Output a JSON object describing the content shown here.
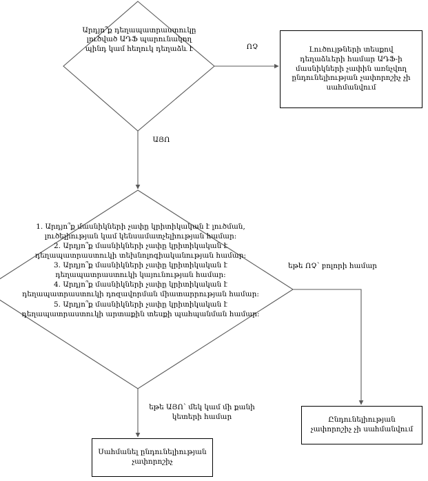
{
  "diagram": {
    "type": "flowchart",
    "language": "Armenian",
    "background_color": "#ffffff",
    "line_color": "#595959",
    "text_color": "#000000"
  },
  "nodes": {
    "decision_top": {
      "shape": "diamond",
      "text": "Արդյո՞ք դեղապատրաստուկը\nլուծված ԱԴՖ պարունակող\nպինդ կամ հեղուկ դեղաձև է"
    },
    "decision_list": {
      "shape": "diamond",
      "text": "1. Արդյո՞ք մասնիկների չափը կրիտիկական է լուծման,\nլուծելիության կամ կենսամատչելիության համար:\n2. Արդյո՞ք մասնիկների չափը կրիտիկական է\nդեղապատրաստուկի տեխնոլոգիականության համար:\n3. Արդյո՞ք մասնիկների չափը կրիտիկական է\nդեղապատրաստուկի կայունության համար:\n4. Արդյո՞ք մասնիկների չափը կրիտիկական է\nդեղապատրաստուկի դոզավորման միատարրության համար:\n5. Արդյո՞ք մասնիկների չափը կրիտիկական է\nդեղապատրաստուկի արտաքին տեսքի պահպանման համար:"
    },
    "box_top_right": {
      "shape": "rectangle",
      "text": "Լուծույթների տեսքով\nդեղաձևերի համար ԱԴՖ-ի\nմասնիկների չափին առնչվող\nընդունելիության չափորոշիչ չի\nսահմանվում"
    },
    "box_bottom_right": {
      "shape": "rectangle",
      "text": "Ընդունելիության\nչափորոշիչ չի սահմանվում"
    },
    "box_bottom_left": {
      "shape": "rectangle",
      "text": "Սահմանել ընդունելիության\nչափորոշիչ"
    }
  },
  "edges": {
    "top_no": {
      "label": "ՈՉ",
      "from": "decision_top",
      "to": "box_top_right"
    },
    "top_yes": {
      "label": "ԱՅՈ",
      "from": "decision_top",
      "to": "decision_list"
    },
    "list_no_all": {
      "label": "եթե ՈՉ՝ բոլորի համար",
      "from": "decision_list",
      "to": "box_bottom_right"
    },
    "list_yes_some": {
      "label": "եթե ԱՅՈ՝ մեկ կամ մի քանի\nկետերի համար",
      "from": "decision_list",
      "to": "box_bottom_left"
    }
  }
}
